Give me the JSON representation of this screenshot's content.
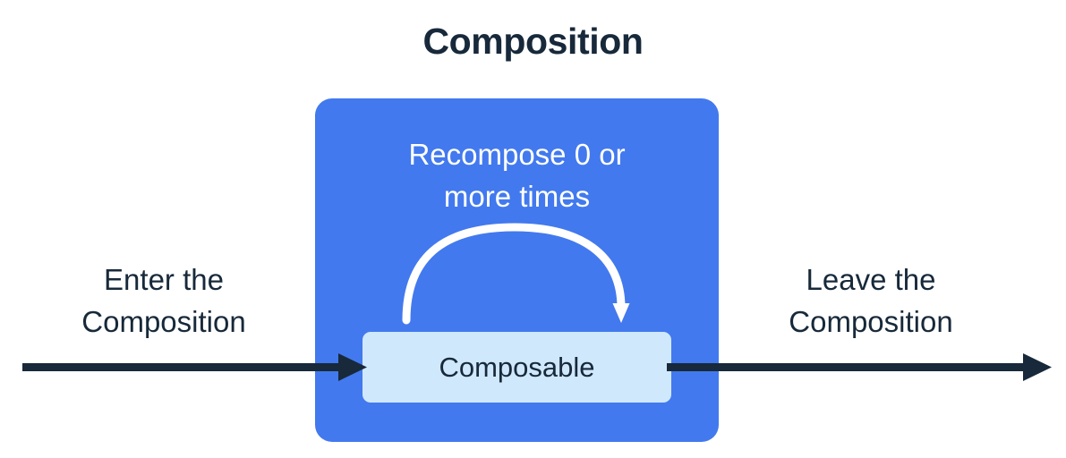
{
  "diagram": {
    "title": "Composition",
    "type": "flow-diagram",
    "background_color": "#FFFFFF",
    "text_color": "#17293A"
  },
  "composition_container": {
    "label_line1": "Recompose 0 or",
    "label_line2": "more times",
    "fill_color": "#4279EE",
    "label_color": "#FFFFFF"
  },
  "composable_node": {
    "label": "Composable",
    "fill_color": "#D0E8FB",
    "label_color": "#17293A"
  },
  "loop_arrow": {
    "name": "recompose-loop-arrow",
    "color": "#FFFFFF",
    "direction": "clockwise-left-to-right"
  },
  "enter_flow": {
    "caption_line1": "Enter the",
    "caption_line2": "Composition",
    "arrow_color": "#17293A",
    "arrow_direction": "right"
  },
  "leave_flow": {
    "caption_line1": "Leave the",
    "caption_line2": "Composition",
    "arrow_color": "#17293A",
    "arrow_direction": "right"
  }
}
